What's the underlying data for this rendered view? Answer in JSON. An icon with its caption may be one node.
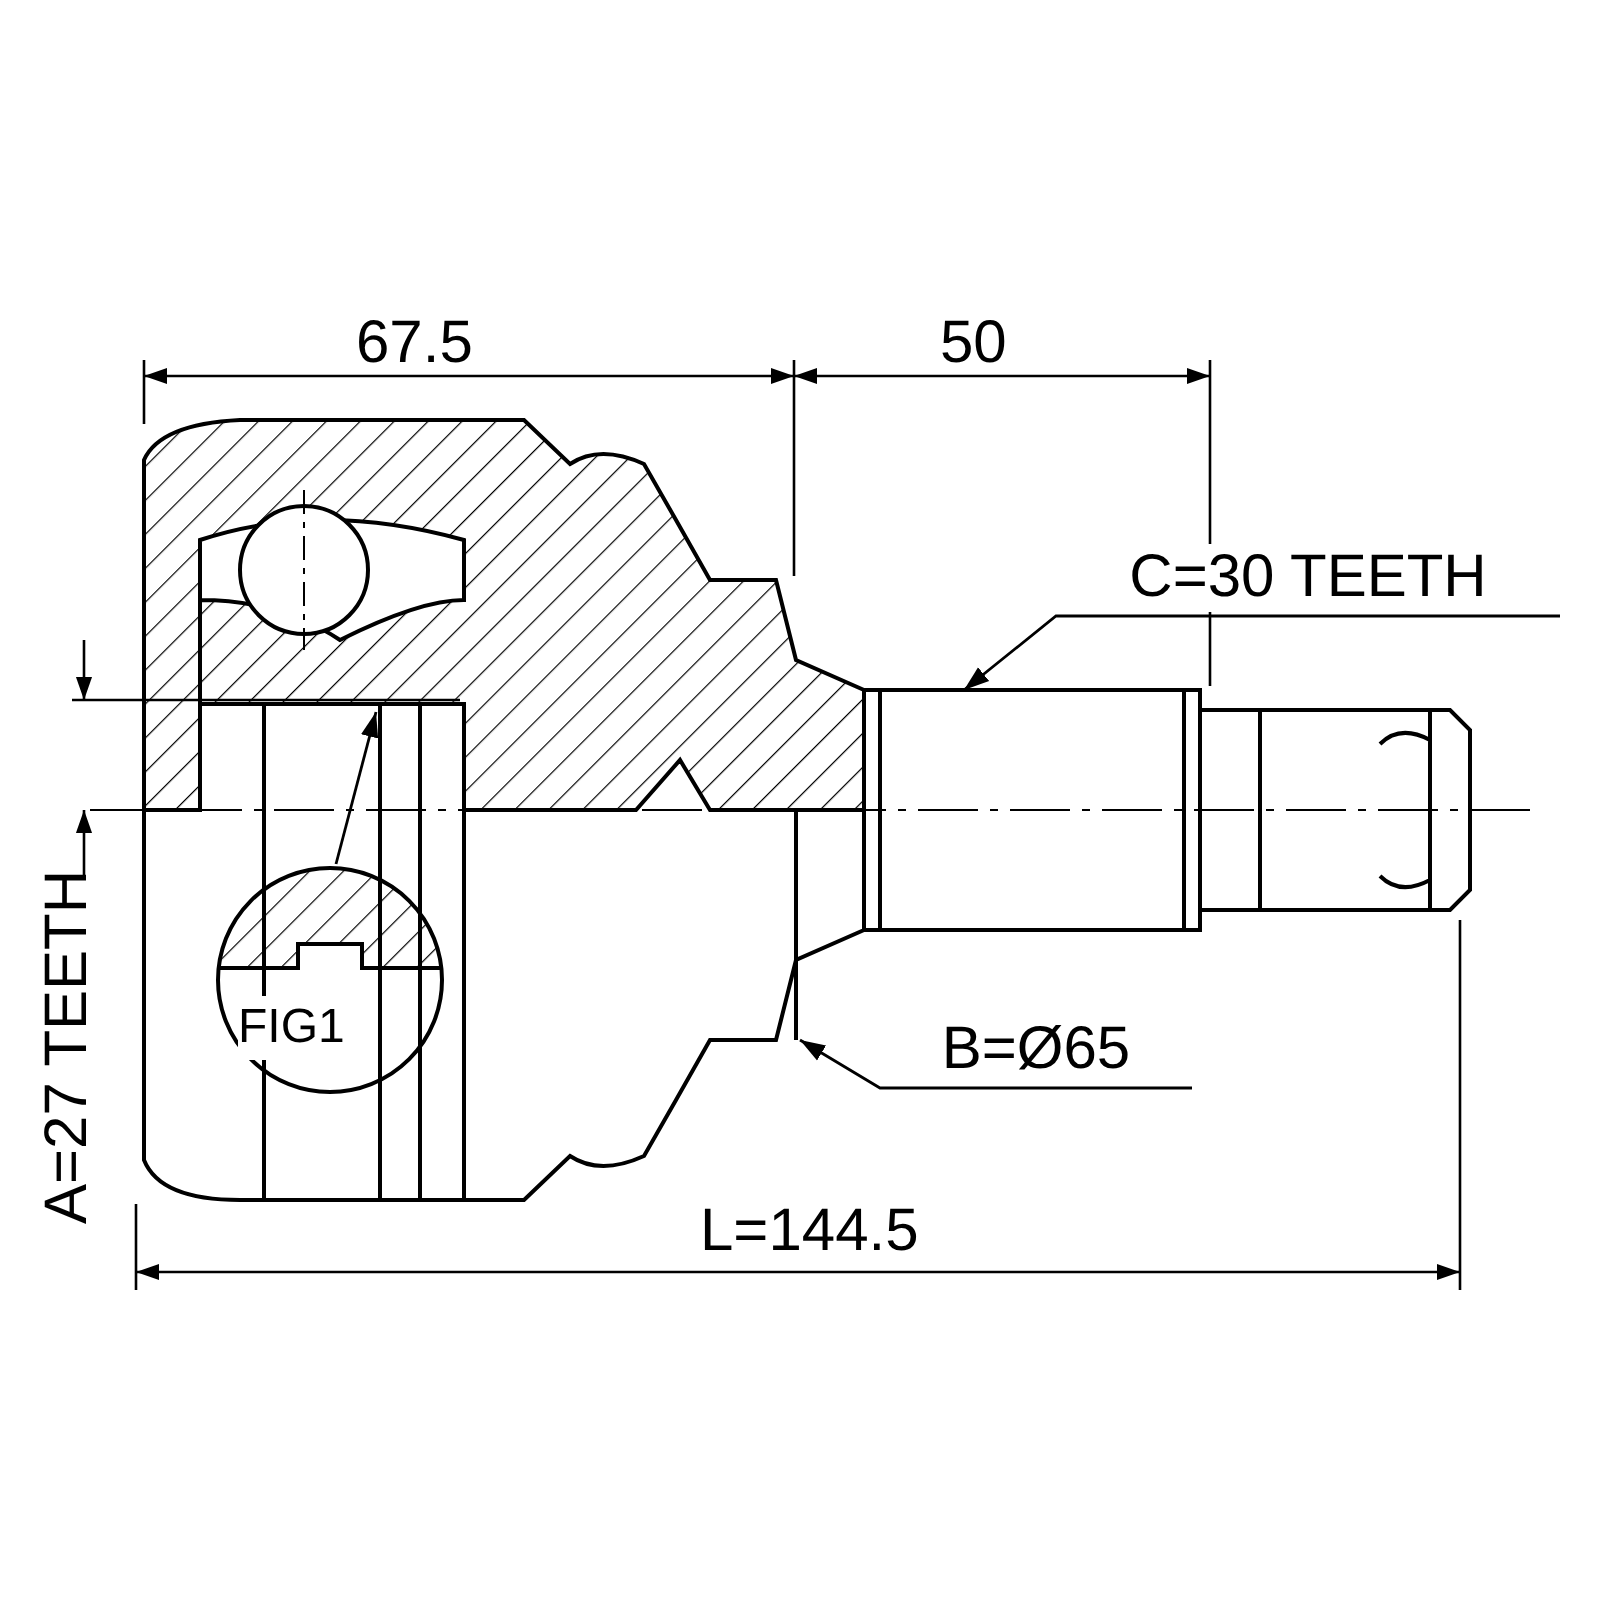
{
  "diagram": {
    "nodes": [
      {
        "text": [
          "C=30 TEETH"
        ]
      },
      {
        "text": [
          "B=Ø65"
        ]
      },
      {
        "text": [
          "FIG1"
        ]
      }
    ],
    "edges": [
      {
        "from": 0,
        "to": null,
        "arrow": "to"
      },
      {
        "from": 1,
        "to": null,
        "arrow": "to"
      },
      {
        "from": 2,
        "to": null,
        "arrow": "to"
      }
    ],
    "labels": [
      "67.5",
      "50",
      "A=27 TEETH",
      "L=144.5"
    ]
  }
}
